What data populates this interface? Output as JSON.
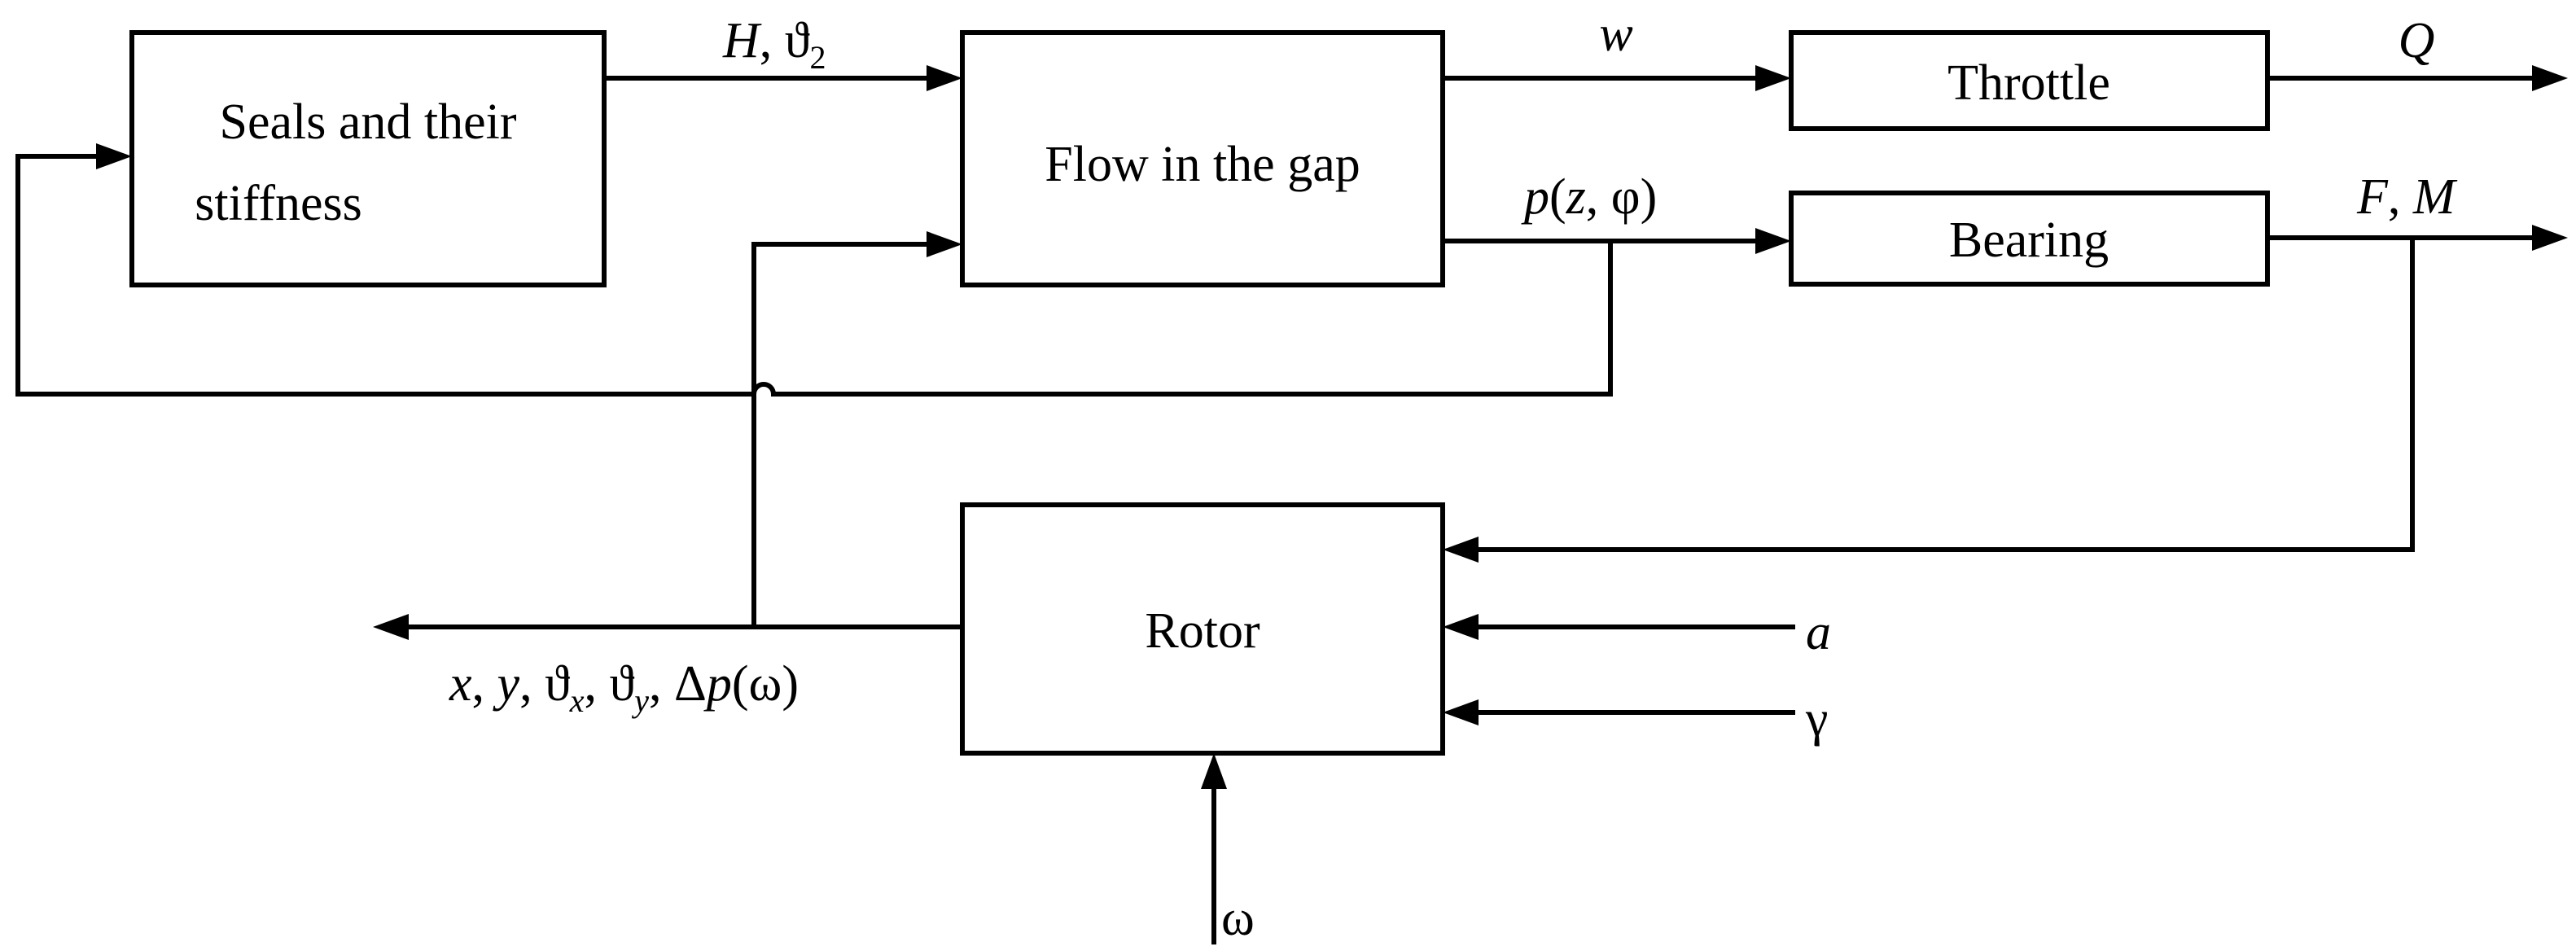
{
  "blocks": {
    "seals": {
      "line1": "Seals and their",
      "line2": "stiffness"
    },
    "flow": {
      "label": "Flow in the gap"
    },
    "throttle": {
      "label": "Throttle"
    },
    "bearing": {
      "label": "Bearing"
    },
    "rotor": {
      "label": "Rotor"
    }
  },
  "signals": {
    "seals_to_flow": {
      "H": "H",
      "sep": ", ",
      "theta": "ϑ",
      "sub": "2"
    },
    "flow_to_throttle": {
      "w": "w"
    },
    "throttle_out": {
      "Q": "Q"
    },
    "flow_to_bearing": {
      "p": "p",
      "open": "(",
      "z": "z",
      "rest": ", φ)"
    },
    "bearing_out": {
      "F": "F",
      "sep": ", ",
      "M": "M"
    },
    "rotor_out": {
      "x": "x",
      "c1": ", ",
      "y": "y",
      "c2": ", ",
      "thx": "ϑ",
      "thx_sub": "x",
      "c3": ", ",
      "thy": "ϑ",
      "thy_sub": "y",
      "c4": ", ",
      "delta": "Δ",
      "p": "p",
      "omega_par": "(ω)"
    },
    "rotor_in_a": {
      "a": "a"
    },
    "rotor_in_gamma": {
      "gamma": "γ"
    },
    "rotor_in_omega": {
      "omega": "ω"
    }
  }
}
